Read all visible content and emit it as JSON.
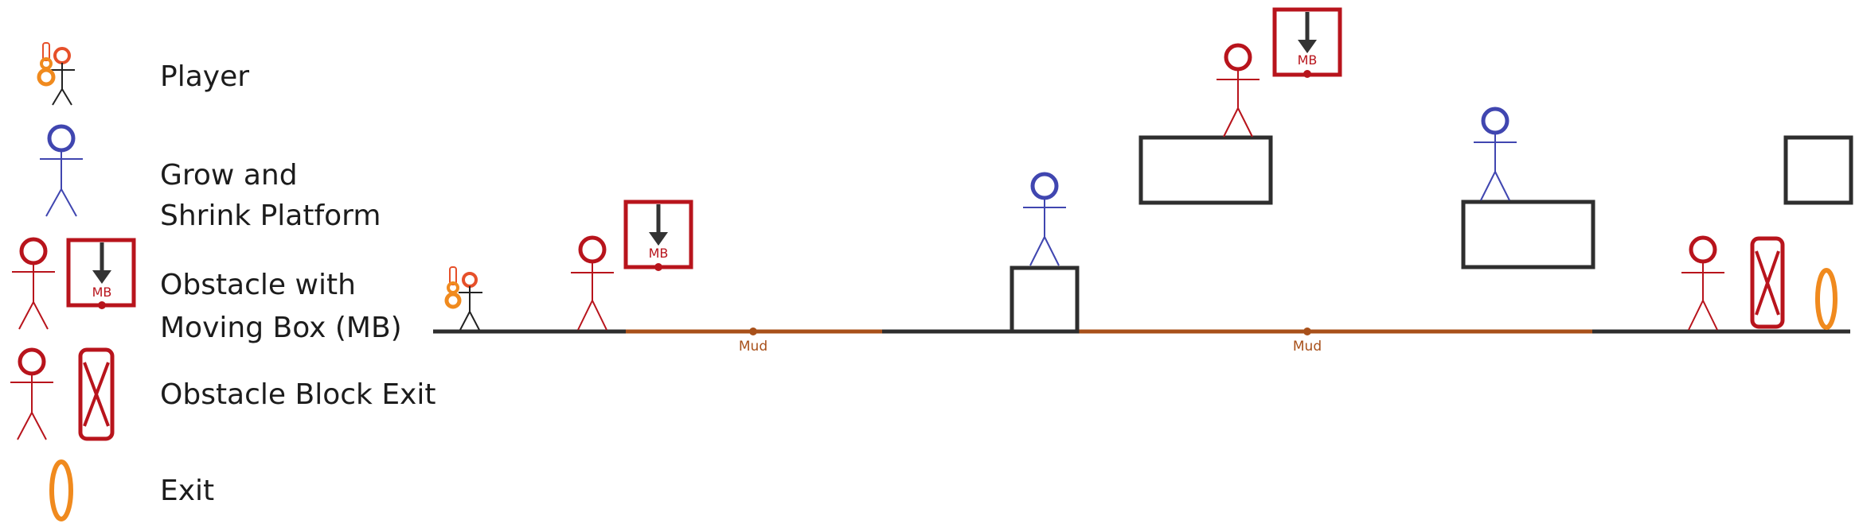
{
  "legend": {
    "player": "Player",
    "platform_line1": "Grow and",
    "platform_line2": "Shrink Platform",
    "obstacle_mb_line1": "Obstacle with",
    "obstacle_mb_line2": "Moving Box (MB)",
    "obstacle_exit": "Obstacle Block Exit",
    "exit": "Exit"
  },
  "labels": {
    "mb": "MB",
    "mud": "Mud"
  },
  "colors": {
    "player_head": "#e6502a",
    "player_gear": "#f08a1e",
    "platform_figure": "#4046b0",
    "obstacle": "#b8141c",
    "ground": "#2e2e2e",
    "mud": "#a8501a",
    "exit": "#f08a1e",
    "text": "#1c1c1c"
  }
}
